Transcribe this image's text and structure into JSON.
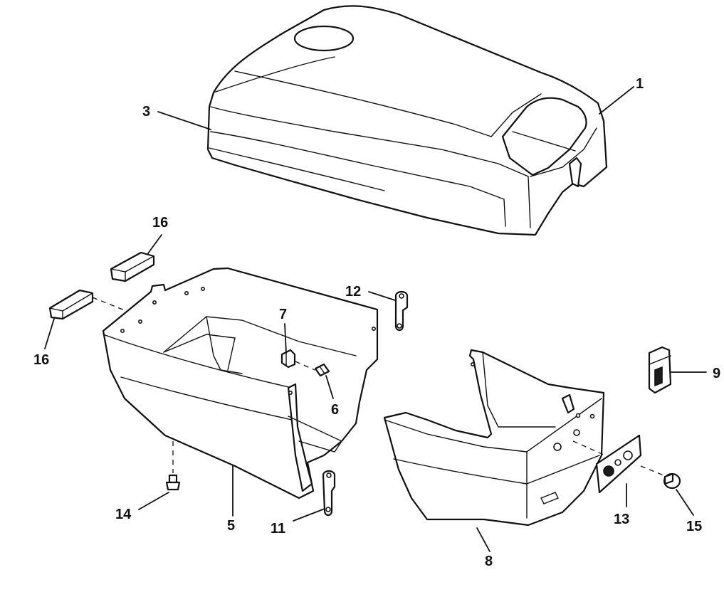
{
  "callouts": {
    "c1": "1",
    "c3": "3",
    "c5": "5",
    "c6": "6",
    "c7": "7",
    "c8": "8",
    "c9": "9",
    "c11": "11",
    "c12": "12",
    "c13": "13",
    "c14": "14",
    "c15": "15",
    "c16_top": "16",
    "c16_left": "16"
  }
}
